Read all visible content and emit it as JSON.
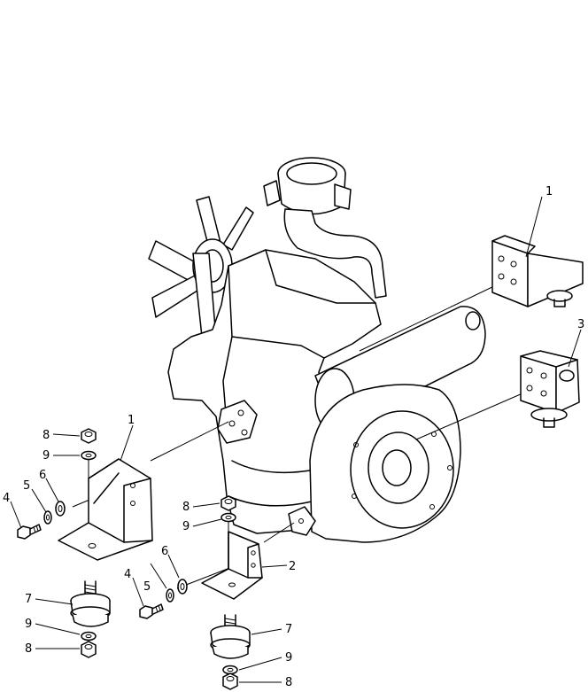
{
  "callouts": [
    {
      "id": "c1a",
      "text": "1"
    },
    {
      "id": "c1b",
      "text": "1"
    },
    {
      "id": "c2",
      "text": "2"
    },
    {
      "id": "c3",
      "text": "3"
    },
    {
      "id": "c4a",
      "text": "4"
    },
    {
      "id": "c4b",
      "text": "4"
    },
    {
      "id": "c5a",
      "text": "5"
    },
    {
      "id": "c5b",
      "text": "5"
    },
    {
      "id": "c6a",
      "text": "6"
    },
    {
      "id": "c6b",
      "text": "6"
    },
    {
      "id": "c7a",
      "text": "7"
    },
    {
      "id": "c7b",
      "text": "7"
    },
    {
      "id": "c8a",
      "text": "8"
    },
    {
      "id": "c8b",
      "text": "8"
    },
    {
      "id": "c8c",
      "text": "8"
    },
    {
      "id": "c8d",
      "text": "8"
    },
    {
      "id": "c9a",
      "text": "9"
    },
    {
      "id": "c9b",
      "text": "9"
    },
    {
      "id": "c9c",
      "text": "9"
    },
    {
      "id": "c9d",
      "text": "9"
    }
  ]
}
